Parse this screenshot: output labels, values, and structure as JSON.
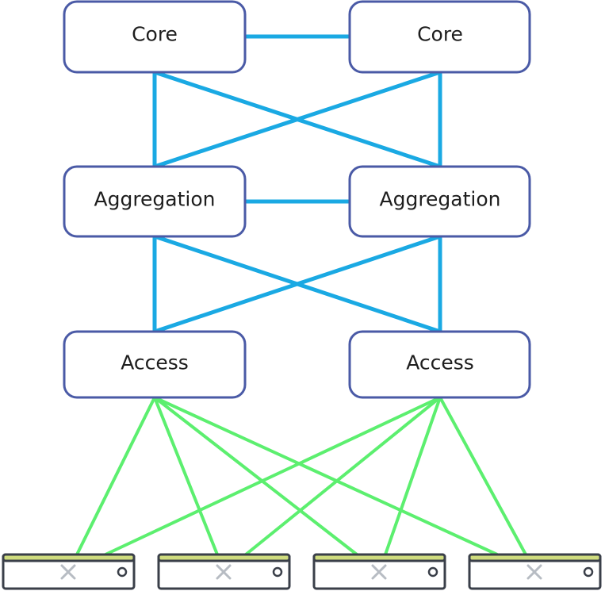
{
  "layers": {
    "core": [
      "Core",
      "Core"
    ],
    "aggregation": [
      "Aggregation",
      "Aggregation"
    ],
    "access": [
      "Access",
      "Access"
    ]
  },
  "servers": {
    "count": 4,
    "icon": "server-icon"
  },
  "colors": {
    "node_border": "#4a5aa6",
    "switch_link": "#1aa9e3",
    "server_link": "#5cef6f",
    "server_top": "#cfdc7e",
    "server_outline": "#3a3f49"
  }
}
